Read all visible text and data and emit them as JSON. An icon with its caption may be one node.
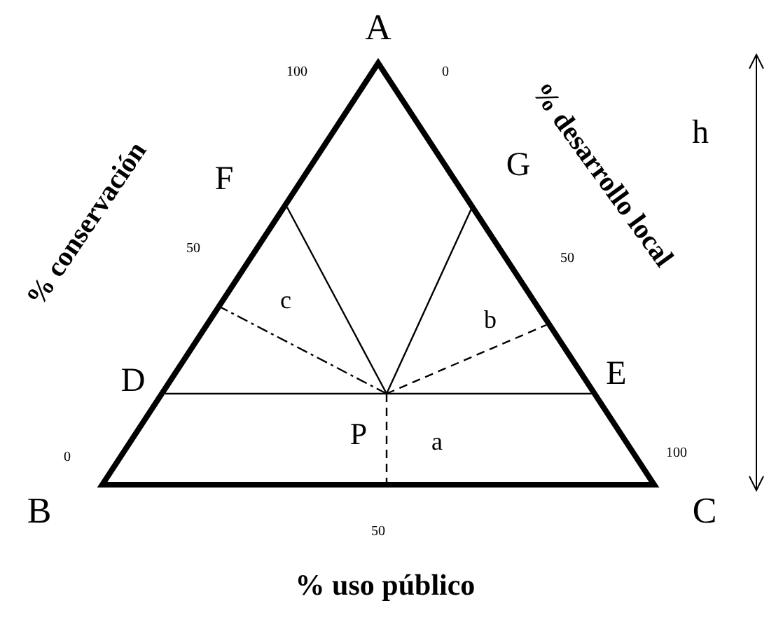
{
  "diagram": {
    "labels": [
      "A",
      "100",
      "0",
      "% conservación",
      "% desarrollo local",
      "h",
      "F",
      "G",
      "50",
      "50",
      "c",
      "b",
      "D",
      "E",
      "P",
      "a",
      "0",
      "100",
      "B",
      "C",
      "50",
      "% uso público"
    ]
  }
}
